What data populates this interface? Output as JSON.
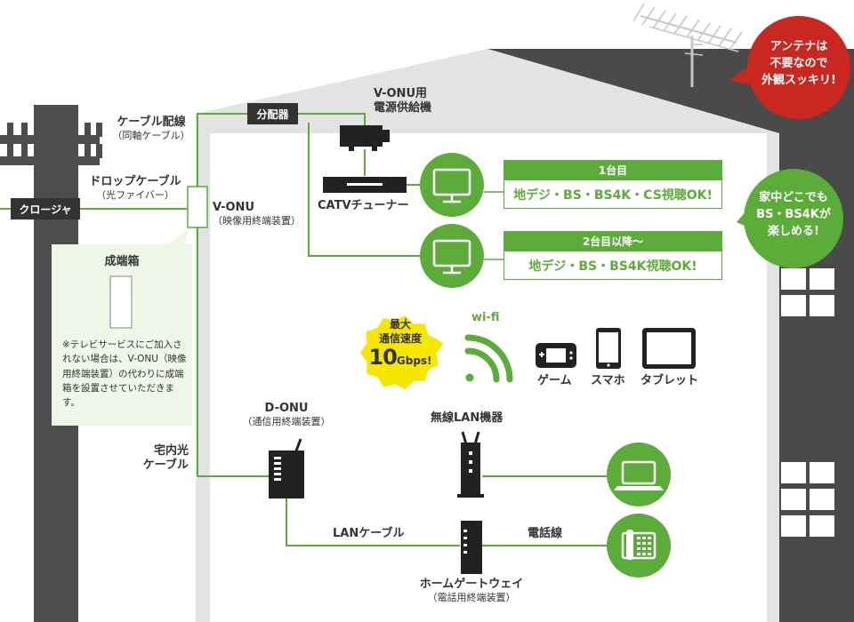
{
  "labels": {
    "cable_wiring": "ケーブル配線",
    "cable_wiring_sub": "（同軸ケーブル）",
    "drop_cable": "ドロップケーブル",
    "drop_cable_sub": "（光ファイバー）",
    "closure": "クロージャ",
    "splitter": "分配器",
    "vonu_power_1": "V-ONU用",
    "vonu_power_2": "電源供給機",
    "catv_tuner": "CATVチューナー",
    "vonu": "V-ONU",
    "vonu_sub": "（映像用終端装置）",
    "termination_box": "成端箱",
    "termination_note": "※テレビサービスにご加入されない場合は、V-ONU（映像用終端装置）の代わりに成端箱を設置させていただきます。",
    "indoor_cable_1": "宅内光",
    "indoor_cable_2": "ケーブル",
    "donu": "D-ONU",
    "donu_sub": "（通信用終端装置）",
    "wireless_lan": "無線LAN機器",
    "lan_cable": "LANケーブル",
    "phone_line": "電話線",
    "home_gateway": "ホームゲートウェイ",
    "home_gateway_sub": "（電話用終端装置）",
    "wifi": "wi-fi",
    "game": "ゲーム",
    "smartphone": "スマホ",
    "tablet": "タブレット"
  },
  "tv1": {
    "head": "1台目",
    "body": "地デジ・BS・BS4K・CS視聴OK!"
  },
  "tv2": {
    "head": "2台目以降～",
    "body": "地デジ・BS・BS4K視聴OK!"
  },
  "badges": {
    "antenna": [
      "アンテナは",
      "不要なので",
      "外観スッキリ!"
    ],
    "anywhere": [
      "家中どこでも",
      "BS・BS4Kが",
      "楽しめる!"
    ]
  },
  "speed": {
    "line1": "最大",
    "line2": "通信速度",
    "value": "10",
    "unit": "Gbps!"
  },
  "colors": {
    "green": "#5cac3a",
    "house_gray": "#e3e3e3",
    "roof_dark": "#555555",
    "red": "#c9271f",
    "yellow": "#f7e600",
    "tag_dark": "#333333"
  },
  "icons": [
    "antenna-icon",
    "utility-pole-icon",
    "tv-icon",
    "laptop-icon",
    "telephone-icon",
    "wifi-icon",
    "game-console-icon",
    "smartphone-icon",
    "tablet-icon",
    "router-icon"
  ]
}
